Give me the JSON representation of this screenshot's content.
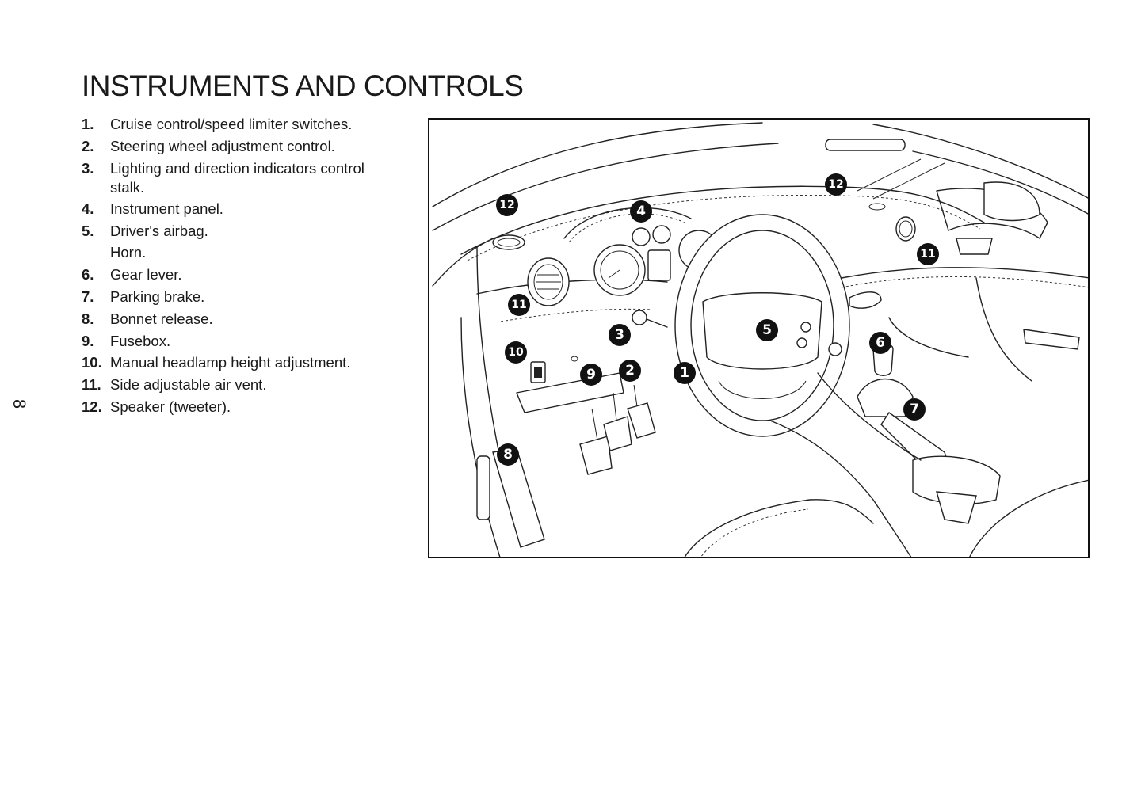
{
  "page": {
    "title": "INSTRUMENTS AND CONTROLS",
    "page_number": "8"
  },
  "legend": [
    {
      "num": "1.",
      "text": "Cruise control/speed limiter switches."
    },
    {
      "num": "2.",
      "text": "Steering wheel adjustment control."
    },
    {
      "num": "3.",
      "text": "Lighting and direction indicators control stalk."
    },
    {
      "num": "4.",
      "text": "Instrument panel."
    },
    {
      "num": "5.",
      "text": "Driver's airbag."
    },
    {
      "num": "",
      "text": "Horn."
    },
    {
      "num": "6.",
      "text": "Gear lever."
    },
    {
      "num": "7.",
      "text": "Parking brake."
    },
    {
      "num": "8.",
      "text": "Bonnet release."
    },
    {
      "num": "9.",
      "text": "Fusebox."
    },
    {
      "num": "10.",
      "text": "Manual headlamp height adjustment."
    },
    {
      "num": "11.",
      "text": "Side adjustable air vent."
    },
    {
      "num": "12.",
      "text": "Speaker (tweeter)."
    }
  ],
  "callouts": {
    "c1": "1",
    "c2": "2",
    "c3": "3",
    "c4": "4",
    "c5": "5",
    "c6": "6",
    "c7": "7",
    "c8": "8",
    "c9": "9",
    "c10": "10",
    "c11a": "11",
    "c11b": "11",
    "c12a": "12",
    "c12b": "12"
  }
}
